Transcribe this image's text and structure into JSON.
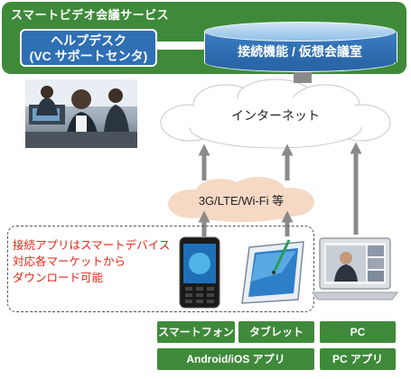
{
  "service": {
    "title": "スマートビデオ会議サービス",
    "helpdesk_line1": "ヘルプデスク",
    "helpdesk_line2": "(VC サポートセンタ)",
    "server_label": "接続機能 / 仮想会議室"
  },
  "clouds": {
    "internet": "インターネット",
    "mobile_network": "3G/LTE/Wi-Fi 等"
  },
  "note": {
    "text": "接続アプリはスマートデバイス\n対応各マーケットから\nダウンロード可能"
  },
  "devices": {
    "smartphone": "スマートフォン",
    "tablet": "タブレット",
    "pc": "PC",
    "mobile_app": "Android/iOS アプリ",
    "pc_app": "PC アプリ"
  },
  "colors": {
    "green": "#3f8a3a",
    "blue": "#2f6fb4",
    "note_red": "#e0261a",
    "arrow_gray": "#8a8a8a"
  }
}
